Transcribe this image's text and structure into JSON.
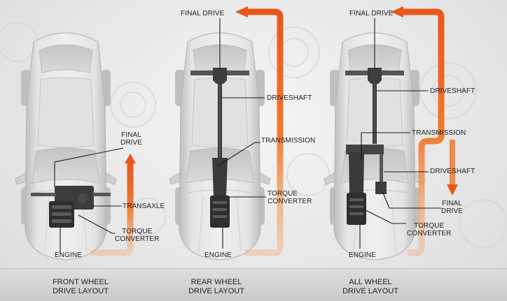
{
  "panels": {
    "fwd": {
      "final_drive": "FINAL\nDRIVE",
      "transaxle": "TRANSAXLE",
      "torque_converter": "TORQUE\nCONVERTER",
      "engine": "ENGINE",
      "caption": "FRONT WHEEL\nDRIVE LAYOUT"
    },
    "rwd": {
      "final_drive": "FINAL DRIVE",
      "driveshaft": "DRIVESHAFT",
      "transmission": "TRANSMISSION",
      "torque_converter": "TORQUE\nCONVERTER",
      "engine": "ENGINE",
      "caption": "REAR WHEEL\nDRIVE LAYOUT"
    },
    "awd": {
      "final_drive_top": "FINAL DRIVE",
      "driveshaft_top": "DRIVESHAFT",
      "transmission": "TRANSMISSION",
      "driveshaft_front": "DRIVESHAFT",
      "final_drive_front": "FINAL\nDRIVE",
      "torque_converter": "TORQUE\nCONVERTER",
      "engine": "ENGINE",
      "caption": "ALL WHEEL\nDRIVE LAYOUT"
    }
  },
  "colors": {
    "arrow": "#f07a2e",
    "arrow_dark": "#e0521a",
    "car_body": "#d2d2d2",
    "drivetrain": "#3b3b3b"
  }
}
